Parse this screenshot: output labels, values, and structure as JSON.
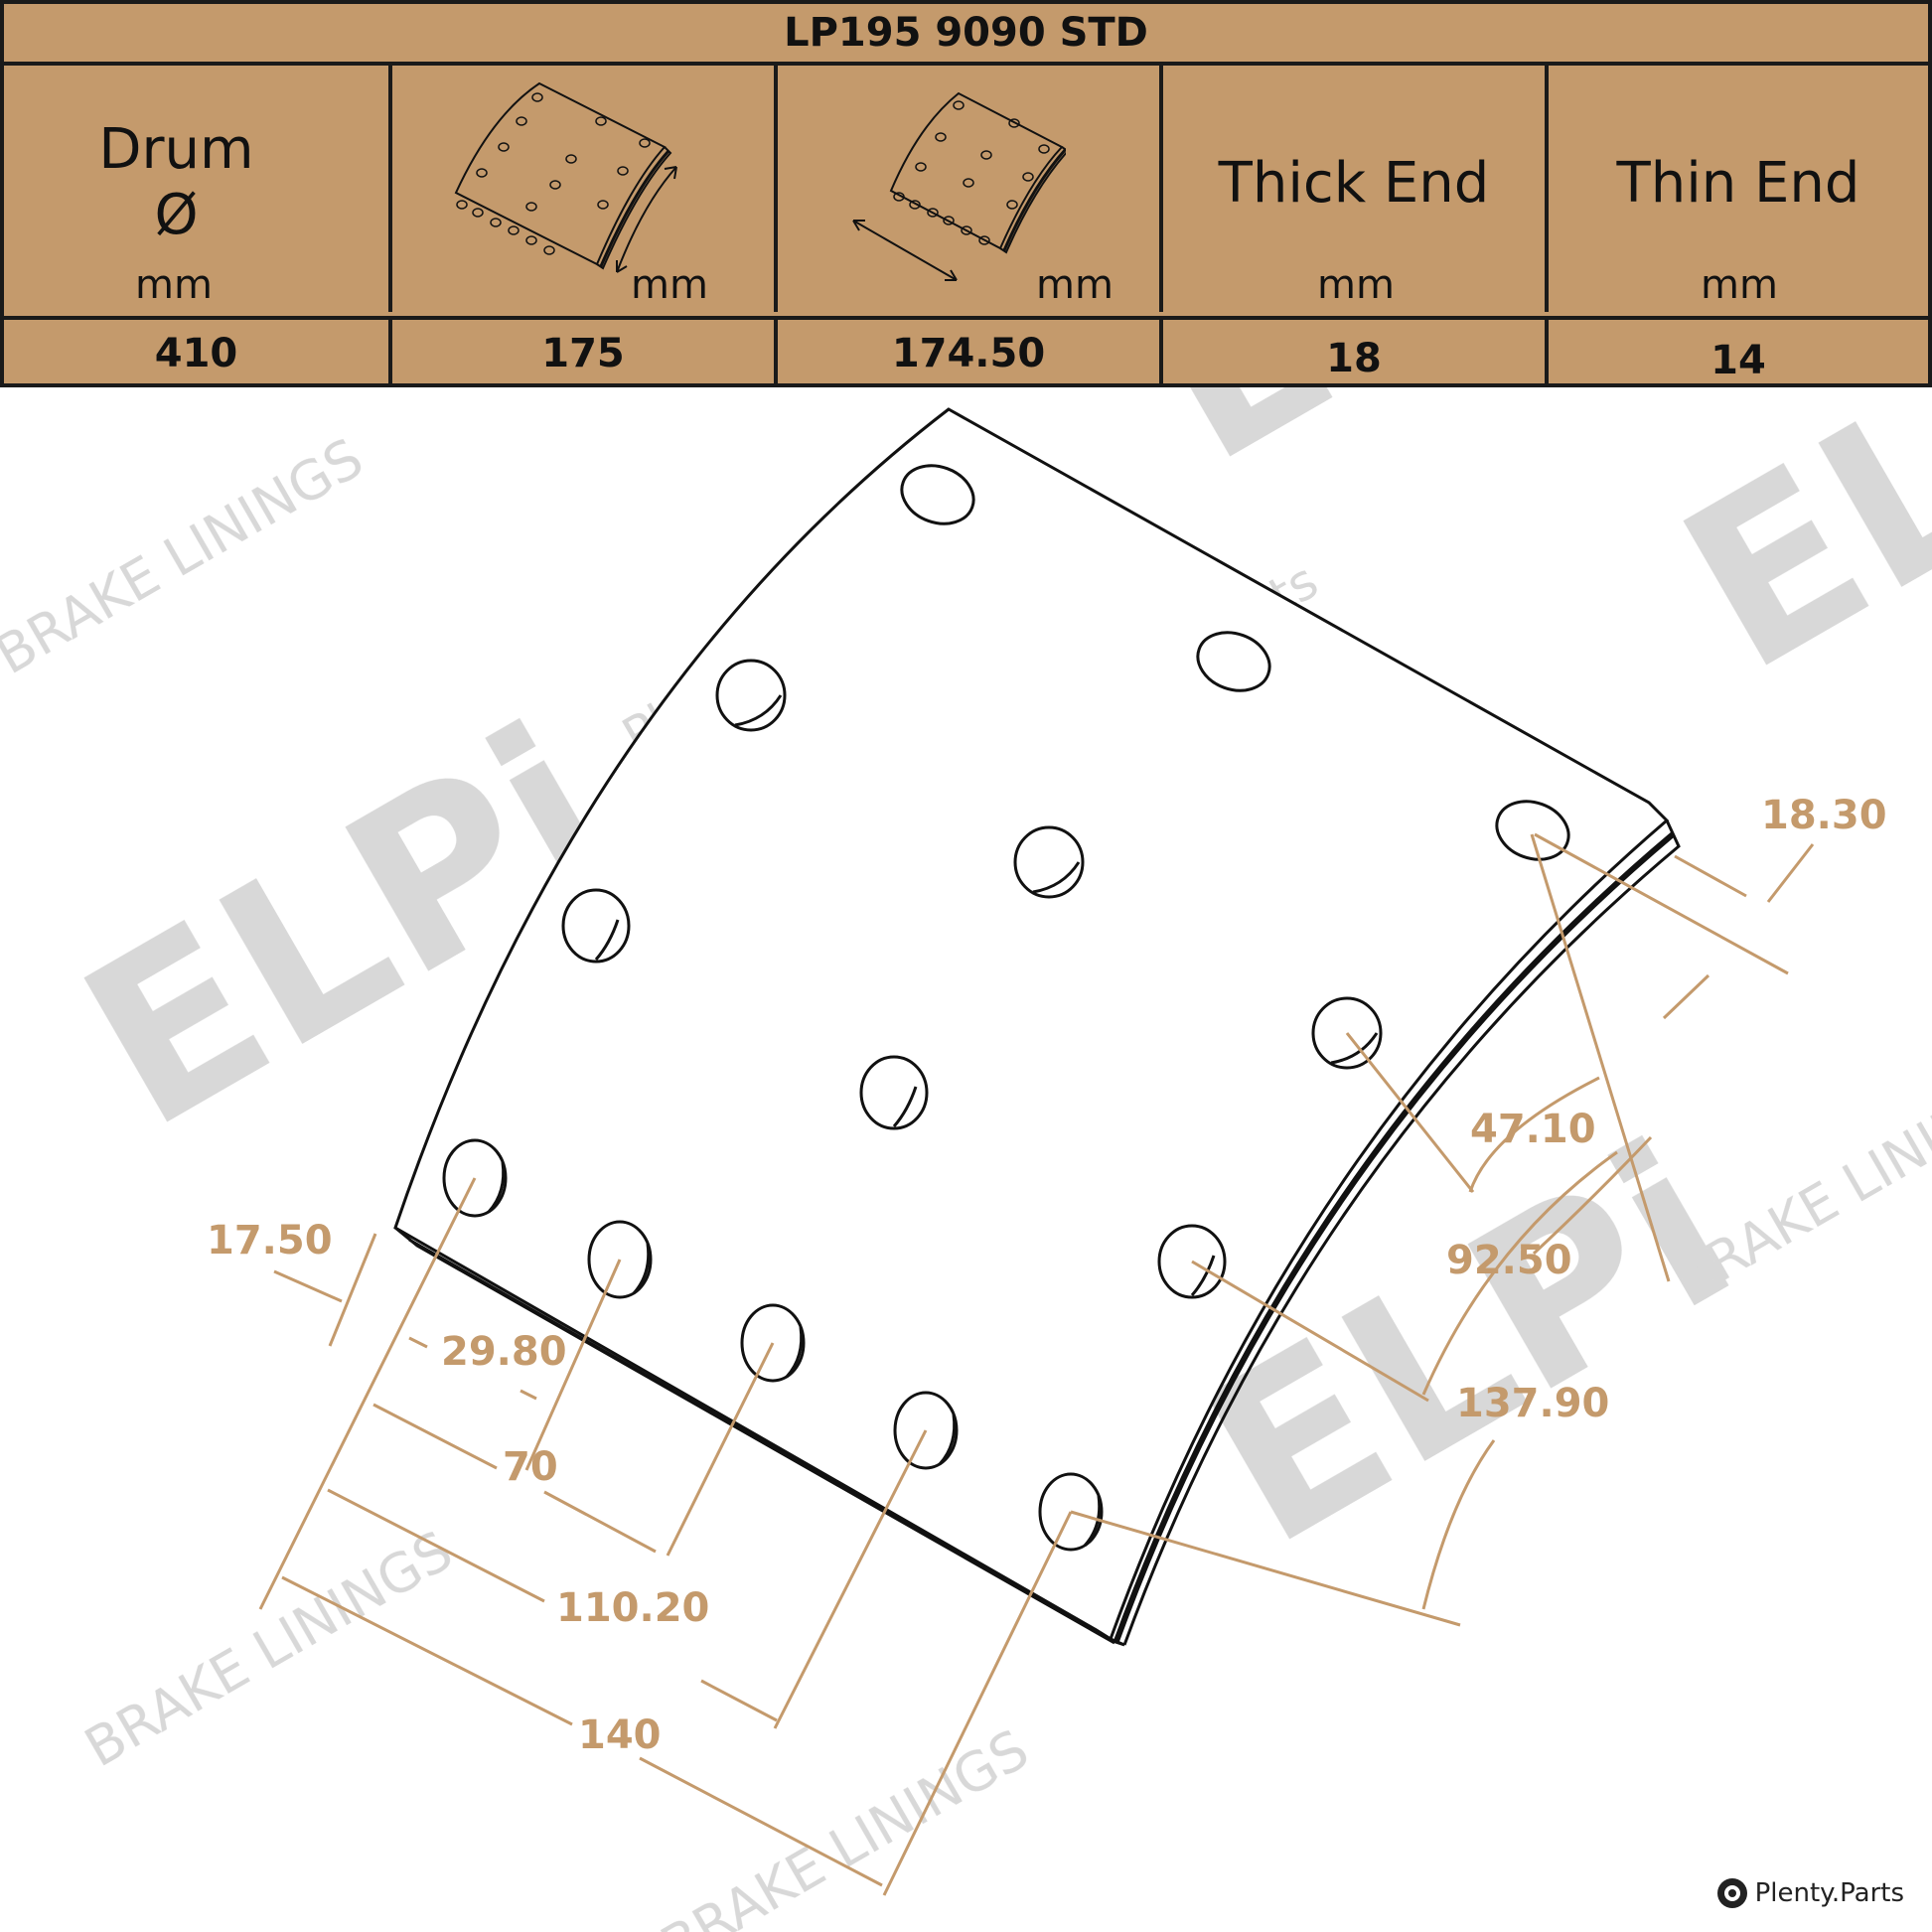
{
  "table": {
    "title": "LP195 9090 STD",
    "columns": [
      {
        "label_line1": "Drum",
        "label_line2": "Ø",
        "unit": "mm",
        "value": "410"
      },
      {
        "icon": "lining-arc-length-icon",
        "unit": "mm",
        "value": "175"
      },
      {
        "icon": "lining-width-icon",
        "unit": "mm",
        "value": "174.50"
      },
      {
        "label_line1": "Thick End",
        "unit": "mm",
        "value": "18"
      },
      {
        "label_line1": "Thin End",
        "unit": "mm",
        "value": "14"
      }
    ]
  },
  "dimensions": {
    "edge_left": "17.50",
    "edge_right": "18.30",
    "bottom_1": "29.80",
    "bottom_2": "70",
    "bottom_3": "110.20",
    "bottom_4": "140",
    "right_1": "47.10",
    "right_2": "92.50",
    "right_3": "137.90"
  },
  "watermarks": {
    "brand": "ELPi",
    "sub": "BRAKE LININGS",
    "site": "Plenty.Parts"
  },
  "colors": {
    "table_bg": "#c49a6c",
    "dimension": "#c49a6c",
    "line": "#111111"
  }
}
